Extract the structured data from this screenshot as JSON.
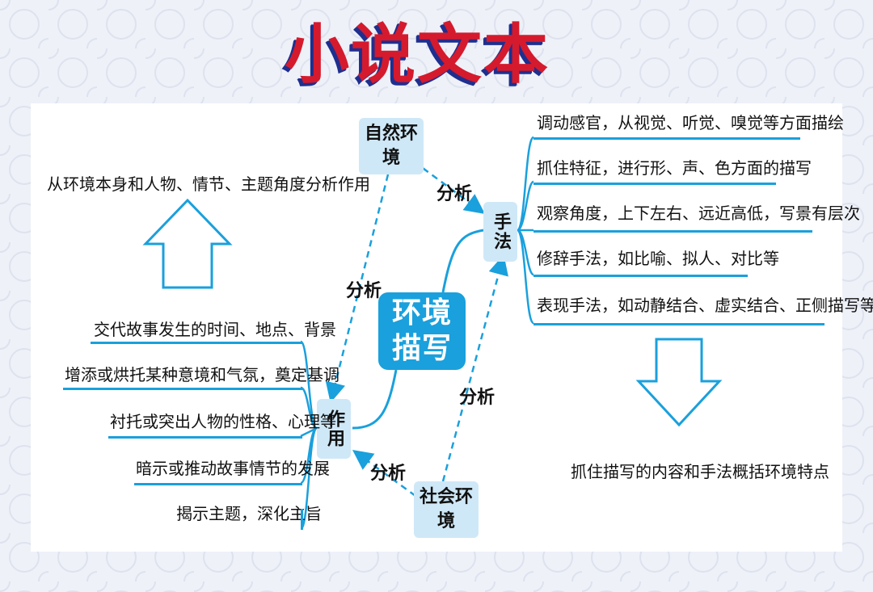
{
  "title": "小说文本",
  "center": "环境描写",
  "nodes": {
    "nature": "自然环境",
    "society": "社会环境",
    "technique": "手法",
    "effect": "作用"
  },
  "edge_labels": {
    "nature_to_technique": "分析",
    "nature_to_effect": "分析",
    "society_to_technique": "分析",
    "society_to_effect": "分析"
  },
  "technique_items": [
    "调动感官，从视觉、听觉、嗅觉等方面描绘",
    "抓住特征，进行形、声、色方面的描写",
    "观察角度，上下左右、远近高低，写景有层次",
    "修辞手法，如比喻、拟人、对比等",
    "表现手法，如动静结合、虚实结合、正侧描写等"
  ],
  "effect_items": [
    "交代故事发生的时间、地点、背景",
    "增添或烘托某种意境和气氛，奠定基调",
    "衬托或突出人物的性格、心理等",
    "暗示或推动故事情节的发展",
    "揭示主题，深化主旨"
  ],
  "effect_summary": "从环境本身和人物、情节、主题角度分析作用",
  "technique_summary": "抓住描写的内容和手法概括环境特点",
  "colors": {
    "accent": "#1aa0dc",
    "node_bg": "#cfe8f7",
    "title_red": "#d51a2d",
    "title_shadow": "#1f2f8f"
  }
}
